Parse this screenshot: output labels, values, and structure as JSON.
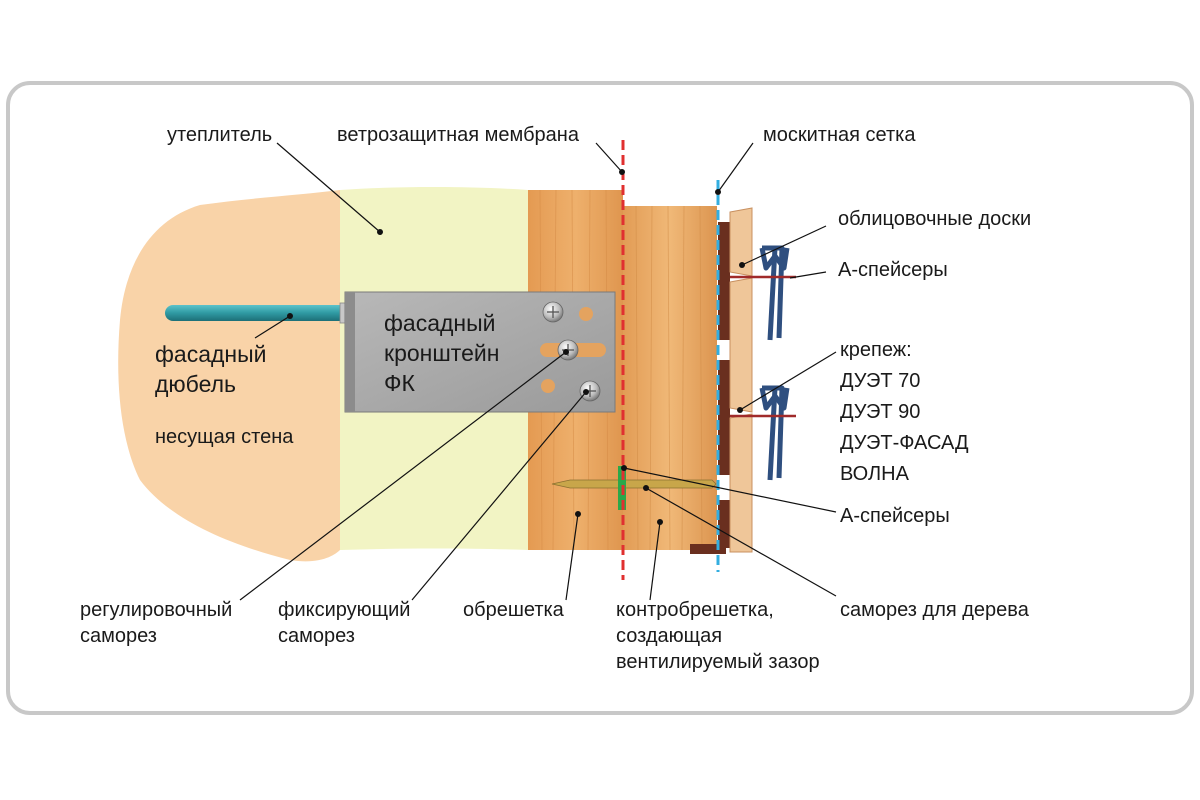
{
  "labels": {
    "insulation": "утеплитель",
    "wind_membrane": "ветрозащитная мембрана",
    "mosquito_net": "москитная сетка",
    "cladding_boards": "облицовочные доски",
    "a_spacers_top": "А-спейсеры",
    "fastener_title": "крепеж:",
    "fastener_items": [
      "ДУЭТ 70",
      "ДУЭТ 90",
      "ДУЭТ-ФАСАД",
      "ВОЛНА"
    ],
    "a_spacers_bottom": "А-спейсеры",
    "wood_screw": "саморез для дерева",
    "facade_dowel": [
      "фасадный",
      "дюбель"
    ],
    "bearing_wall": "несущая стена",
    "bracket": [
      "фасадный",
      "кронштейн",
      "ФК"
    ],
    "adjusting_screw": [
      "регулировочный",
      "саморез"
    ],
    "fixing_screw": [
      "фиксирующий",
      "саморез"
    ],
    "lathing": "обрешетка",
    "counter_lathing": [
      "контробрешетка,",
      "создающая",
      "вентилируемый зазор"
    ]
  },
  "colors": {
    "frame": "#c8c8c8",
    "wall": "#f9d3a8",
    "insulation": "#f2f4c4",
    "lathing": "#e8a25e",
    "counter_lathing": "#e3a560",
    "bracket": "#a9a9a9",
    "dowel": "#2f9aa3",
    "membrane_line": "#e03030",
    "net_line": "#33aee0",
    "cladding": "#efc699",
    "spacer": "#2f4f7f",
    "screw_band": "#2aa84a"
  }
}
